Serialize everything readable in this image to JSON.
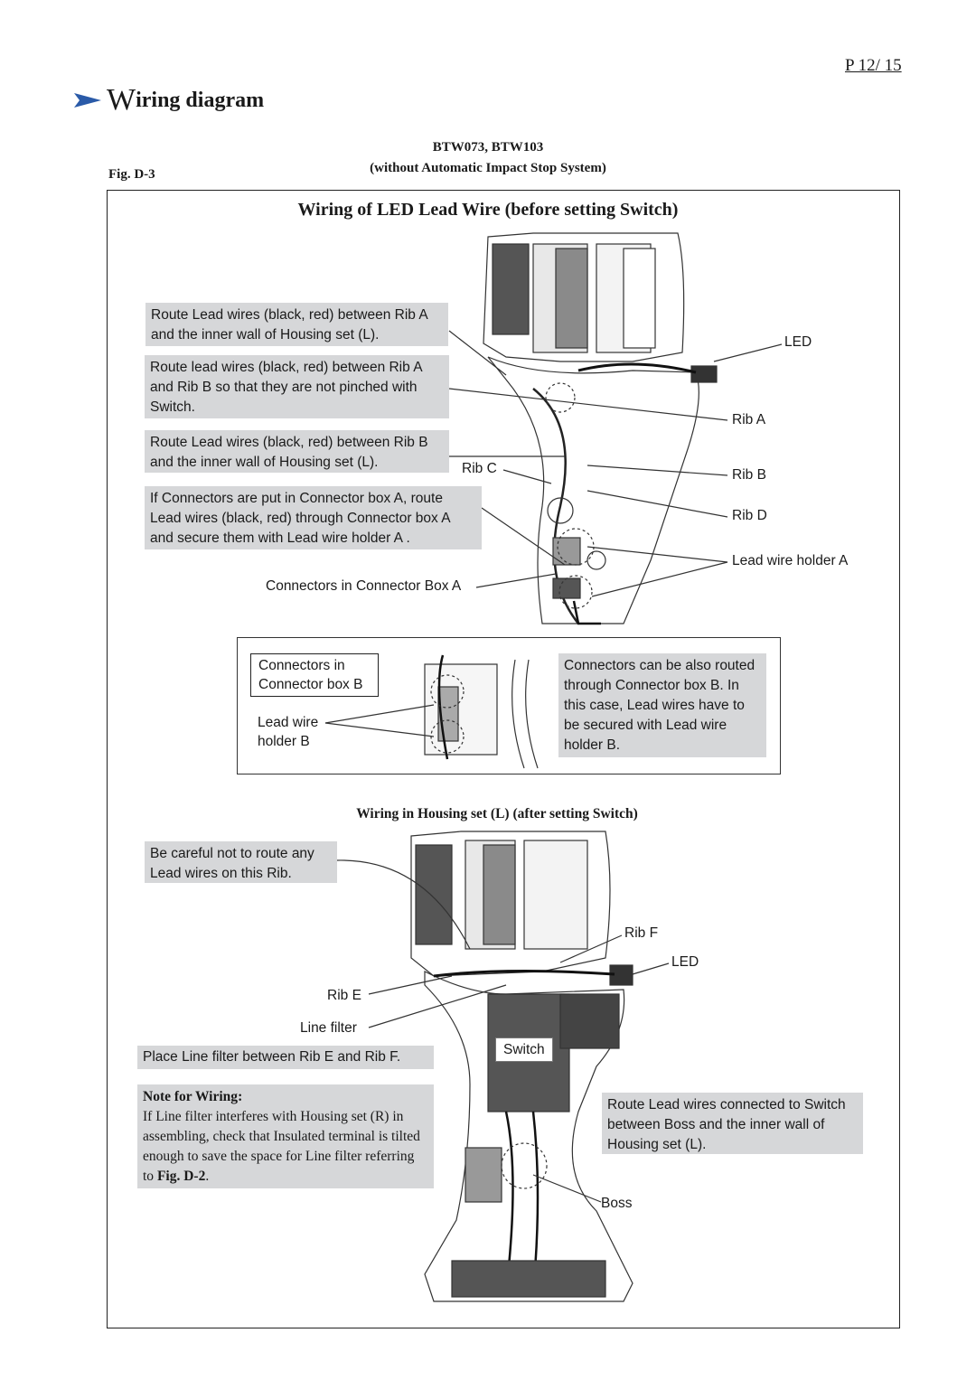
{
  "header": {
    "page_number": "P 12/ 15",
    "title_initial": "W",
    "title_rest": "iring diagram"
  },
  "figure": {
    "fig_label": "Fig.  D-3",
    "model": "BTW073, BTW103",
    "model_note": "(without Automatic Impact Stop System)"
  },
  "section1": {
    "title": "Wiring of LED Lead Wire   (before setting Switch)",
    "notes": {
      "rib_a": "Route Lead wires (black, red) between Rib A and the inner wall of Housing set (L).",
      "rib_ab": "Route lead wires (black, red) between Rib A and Rib B so that they are not pinched with Switch.",
      "rib_b": "Route Lead wires (black, red) between Rib B and the inner wall of Housing set (L).",
      "connector_a": "If Connectors are put in Connector box A, route Lead wires (black, red) through Connector box A and secure them with Lead wire holder A ."
    },
    "labels": {
      "led": "LED",
      "rib_a": "Rib A",
      "rib_b": "Rib B",
      "rib_c": "Rib C",
      "rib_d": "Rib D",
      "lead_wire_holder_a": "Lead wire holder A",
      "connectors_box_a": "Connectors in Connector Box A"
    }
  },
  "inset": {
    "connectors_box_b": "Connectors in Connector box B",
    "lead_wire_holder_b": "Lead wire holder B",
    "note": "Connectors can be also routed through Connector box B. In this case, Lead wires have to be secured with Lead wire holder B."
  },
  "section2": {
    "title": "Wiring in Housing set (L) (after setting Switch)",
    "notes": {
      "careful": "Be careful not to route any Lead wires on this Rib.",
      "line_filter_place": "Place Line filter between Rib E and Rib F.",
      "note_heading": "Note for Wiring",
      "note_body_pre": "If Line filter interferes with Housing set (R) in assembling, check that Insulated terminal is tilted enough to save the space for Line filter referring to ",
      "note_ref": "Fig. D-2",
      "route_switch": "Route Lead wires connected to Switch between Boss and the inner wall of Housing set (L)."
    },
    "labels": {
      "rib_f": "Rib F",
      "led": "LED",
      "rib_e": "Rib E",
      "line_filter": "Line filter",
      "switch": "Switch",
      "boss": "Boss"
    }
  }
}
